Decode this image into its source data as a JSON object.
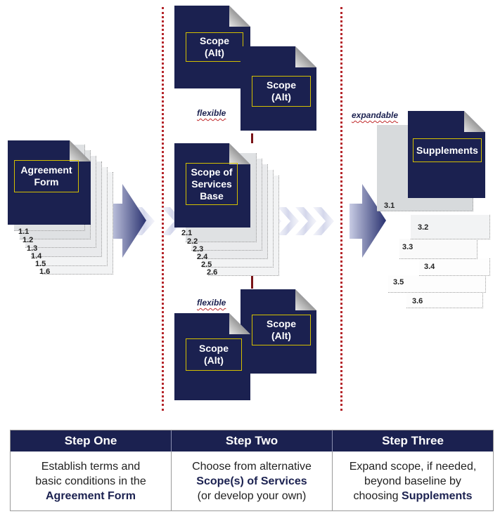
{
  "labels": {
    "agreement_form": "Agreement\nForm",
    "scope_alt": "Scope\n(Alt)",
    "scope_base": "Scope of\nServices\nBase",
    "supplements": "Supplements"
  },
  "tags": {
    "flexible": "flexible",
    "expandable": "expandable"
  },
  "stack_one": [
    "1.1",
    "1.2",
    "1.3",
    "1.4",
    "1.5",
    "1.6"
  ],
  "stack_two": [
    "2.1",
    "2.2",
    "2.3",
    "2.4",
    "2.5",
    "2.6"
  ],
  "stack_three": [
    "3.1",
    "3.2",
    "3.3",
    "3.4",
    "3.5",
    "3.6"
  ],
  "steps": [
    {
      "title": "Step One",
      "lines": [
        "Establish terms and",
        "basic conditions in the"
      ],
      "highlight": "Agreement Form",
      "tail": ""
    },
    {
      "title": "Step Two",
      "lines": [
        "Choose from alternative"
      ],
      "highlight": "Scope(s) of Services",
      "tail": "(or develop your own)"
    },
    {
      "title": "Step Three",
      "lines": [
        "Expand scope, if needed,",
        "beyond baseline by"
      ],
      "highlight": "Supplements",
      "highlight_prefix": "choosing ",
      "tail": ""
    }
  ],
  "colors": {
    "navy": "#1b2150",
    "gold": "#d4c000",
    "red": "#b5262b"
  }
}
